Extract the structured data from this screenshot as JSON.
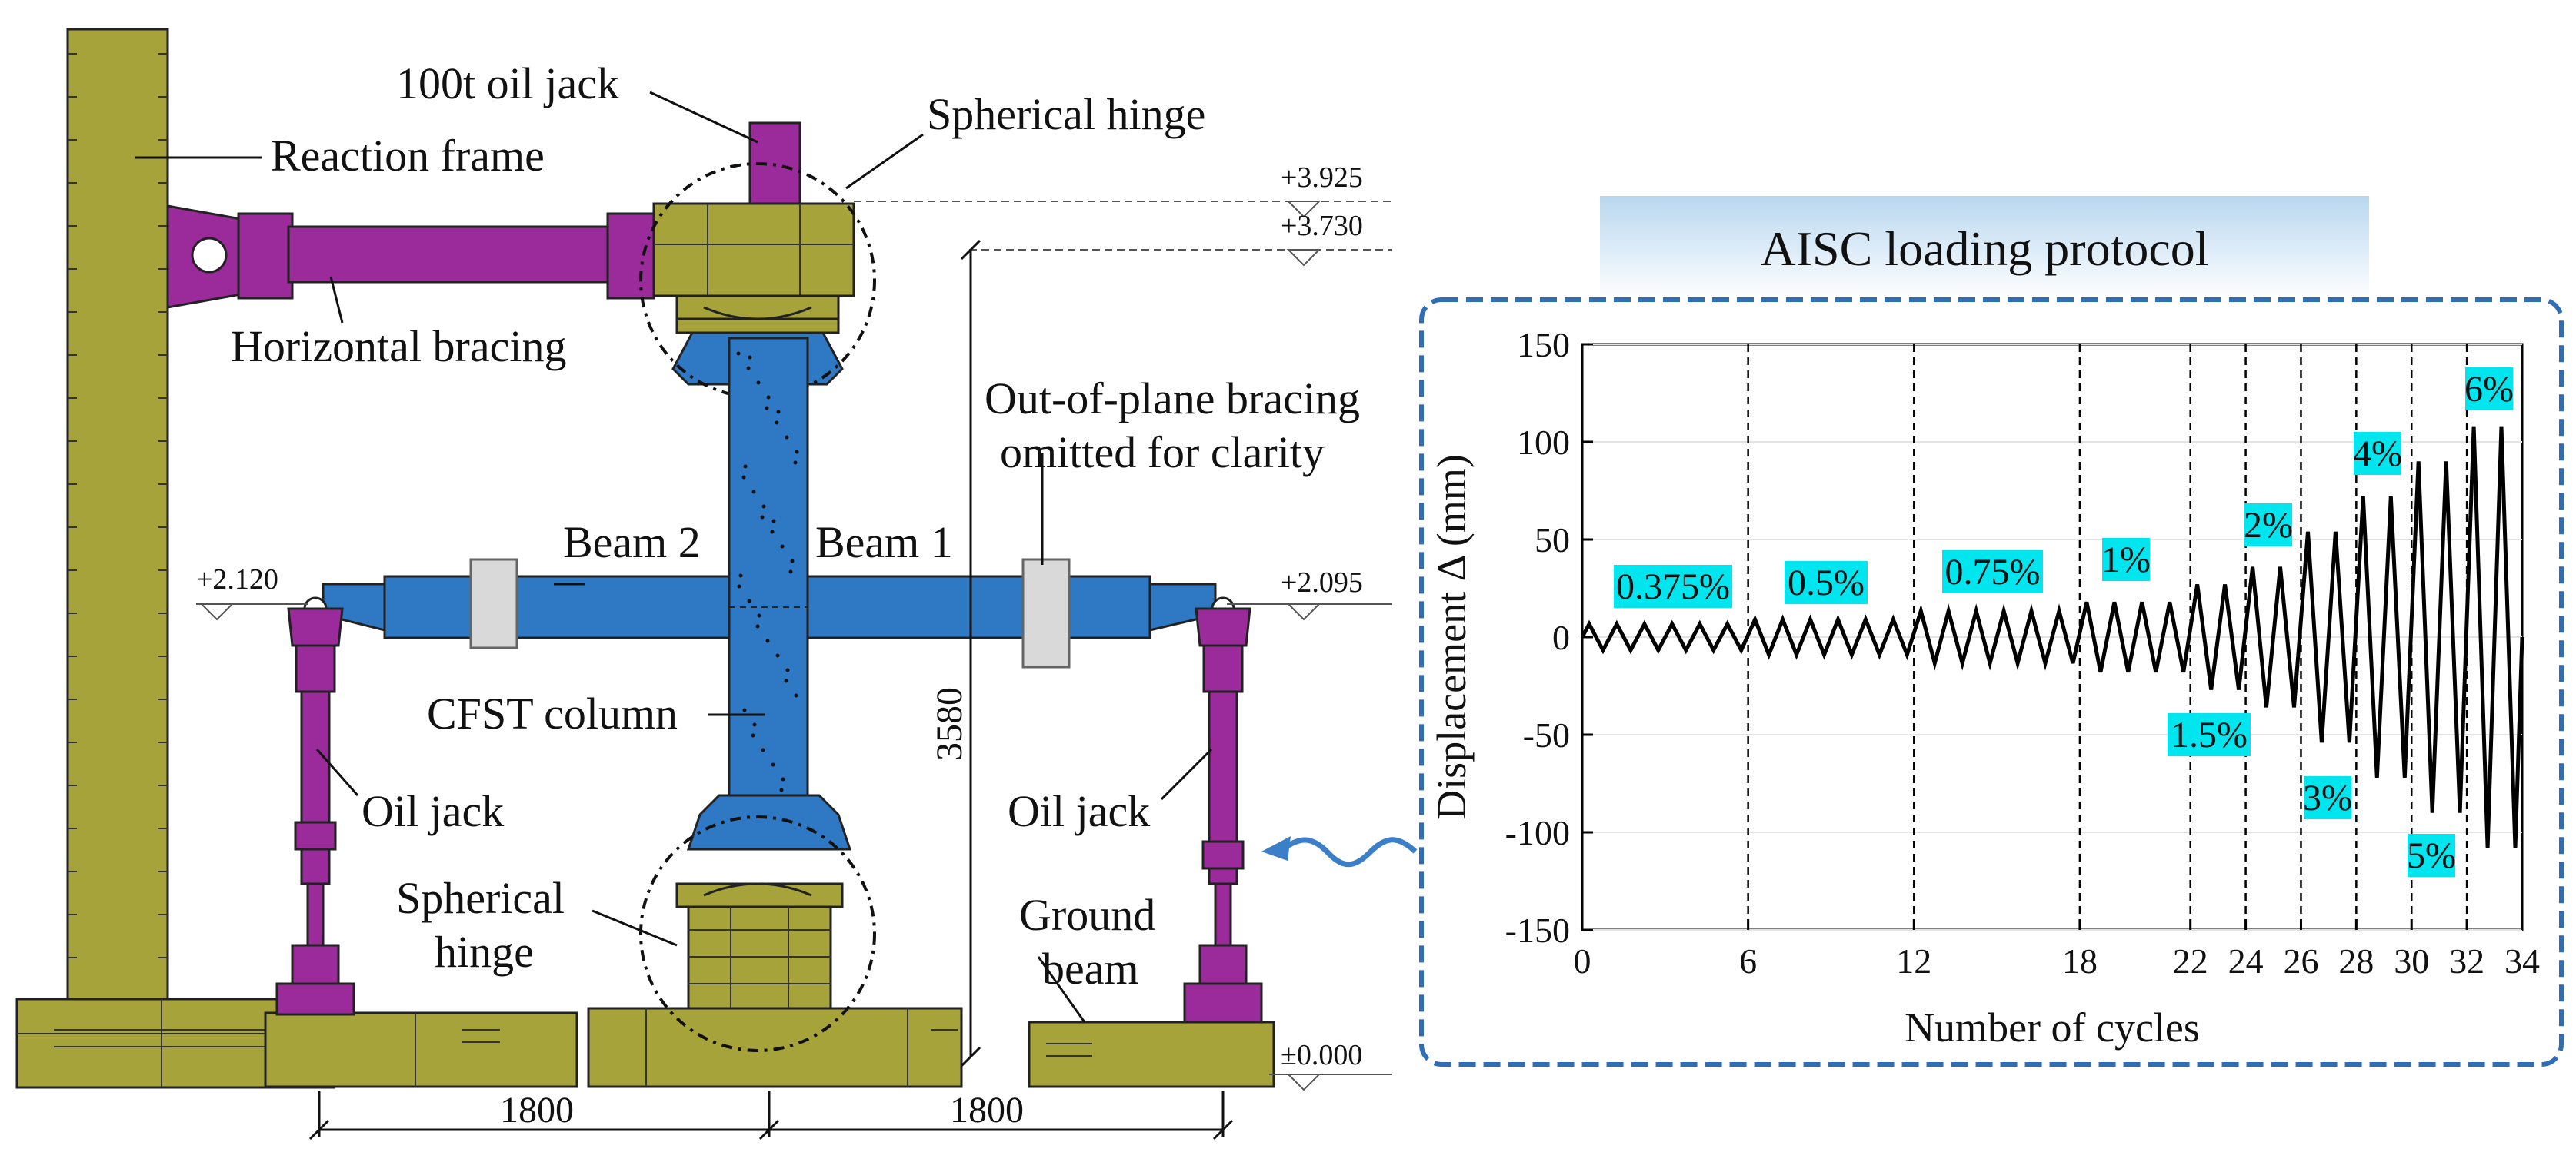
{
  "diagram": {
    "labels": {
      "oil_jack_100t": "100t oil jack",
      "spherical_hinge_top": "Spherical hinge",
      "reaction_frame": "Reaction frame",
      "horizontal_bracing": "Horizontal bracing",
      "out_of_plane_line1": "Out-of-plane bracing",
      "out_of_plane_line2": "omitted for clarity",
      "beam_2": "Beam 2",
      "beam_1": "Beam 1",
      "cfst_column": "CFST column",
      "oil_jack_left": "Oil jack",
      "oil_jack_right": "Oil jack",
      "spherical_hinge_bottom_line1": "Spherical",
      "spherical_hinge_bottom_line2": "hinge",
      "ground_beam_line1": "Ground",
      "ground_beam_line2": "beam"
    },
    "elevations": {
      "top_hinge": "+3.925",
      "column_top": "+3.730",
      "beam_left": "+2.120",
      "beam_right": "+2.095",
      "ground": "±0.000"
    },
    "dimensions": {
      "height": "3580",
      "left_span": "1800",
      "right_span": "1800"
    },
    "colors": {
      "frame": "#a6a33b",
      "frame_dark": "#7d7a22",
      "jack": "#9b2a9b",
      "column": "#2f78c4",
      "plate": "#d9d9d9"
    }
  },
  "protocol_panel": {
    "title": "AISC loading protocol",
    "pct_labels": [
      "0.375%",
      "0.5%",
      "0.75%",
      "1%",
      "1.5%",
      "2%",
      "3%",
      "4%",
      "5%",
      "6%"
    ]
  },
  "chart_data": {
    "type": "line",
    "title": "AISC loading protocol",
    "xlabel": "Number of cycles",
    "ylabel": "Displacement Δ (mm)",
    "xlim": [
      0,
      34
    ],
    "ylim": [
      -150,
      150
    ],
    "xticks": [
      0,
      6,
      12,
      18,
      22,
      24,
      26,
      28,
      30,
      32,
      34
    ],
    "yticks": [
      150,
      100,
      50,
      0,
      -50,
      -100,
      -150
    ],
    "grid": true,
    "stage_boundaries": [
      6,
      12,
      18,
      22,
      24,
      26,
      28,
      30,
      32
    ],
    "stages": [
      {
        "drift": "0.375%",
        "cycles": 6,
        "amplitude": 6.7
      },
      {
        "drift": "0.5%",
        "cycles": 6,
        "amplitude": 9
      },
      {
        "drift": "0.75%",
        "cycles": 6,
        "amplitude": 13.4
      },
      {
        "drift": "1%",
        "cycles": 4,
        "amplitude": 18
      },
      {
        "drift": "1.5%",
        "cycles": 2,
        "amplitude": 27
      },
      {
        "drift": "2%",
        "cycles": 2,
        "amplitude": 36
      },
      {
        "drift": "3%",
        "cycles": 2,
        "amplitude": 54
      },
      {
        "drift": "4%",
        "cycles": 2,
        "amplitude": 72
      },
      {
        "drift": "5%",
        "cycles": 2,
        "amplitude": 90
      },
      {
        "drift": "6%",
        "cycles": 2,
        "amplitude": 108
      }
    ],
    "series_color": "#000000",
    "label_background": "#00e5ee"
  }
}
